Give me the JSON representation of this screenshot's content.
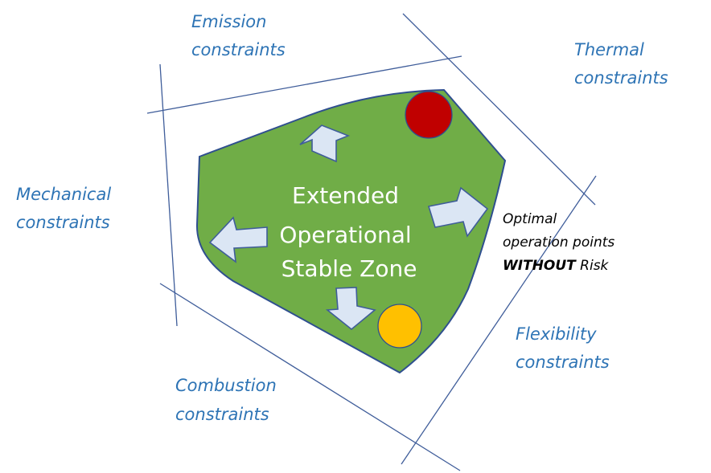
{
  "colors": {
    "line": "#3f5d9a",
    "label_text": "#2e74b5",
    "zone_fill": "#70ad47",
    "zone_stroke": "#2f4f8f",
    "arrow_fill": "#dbe6f4",
    "arrow_stroke": "#3f5d9a",
    "zone_text": "#ffffff",
    "note_text": "#000000",
    "risk_point": "#c00000",
    "warning_point": "#ffc000"
  },
  "constraints": {
    "emission": {
      "line1": "Emission",
      "line2": "constraints"
    },
    "thermal": {
      "line1": "Thermal",
      "line2": "constraints"
    },
    "mechanical": {
      "line1": "Mechanical",
      "line2": "constraints"
    },
    "flexibility": {
      "line1": "Flexibility",
      "line2": "constraints"
    },
    "combustion": {
      "line1": "Combustion",
      "line2": "constraints"
    }
  },
  "zone": {
    "line1": "Extended",
    "line2": "Operational",
    "line3": "Stable Zone"
  },
  "note": {
    "line1": "Optimal",
    "line2": "operation points",
    "line3_strong": "WITHOUT",
    "line3_rest": " Risk"
  }
}
